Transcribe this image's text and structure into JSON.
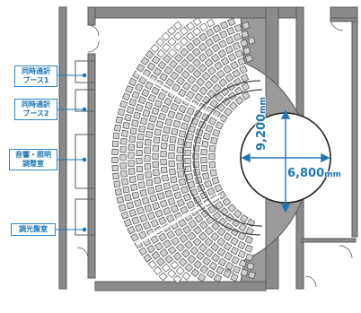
{
  "rooms": [
    {
      "id": "interp1",
      "label": "同時通訳\nブース1"
    },
    {
      "id": "interp2",
      "label": "同時通訳\nブース2"
    },
    {
      "id": "sound",
      "label": "音響・照明\n調整室"
    },
    {
      "id": "dimmer",
      "label": "調光盤室"
    }
  ],
  "dimensions": {
    "diameter": {
      "value": "9,200",
      "unit": "mm"
    },
    "width": {
      "value": "6,800",
      "unit": "mm"
    }
  },
  "colors": {
    "accent": "#1f76b4",
    "wall": "#8a8a8a",
    "wall_dark": "#5a5a5a",
    "seat_fill": "#c9c9c9",
    "floor": "#ffffff"
  }
}
